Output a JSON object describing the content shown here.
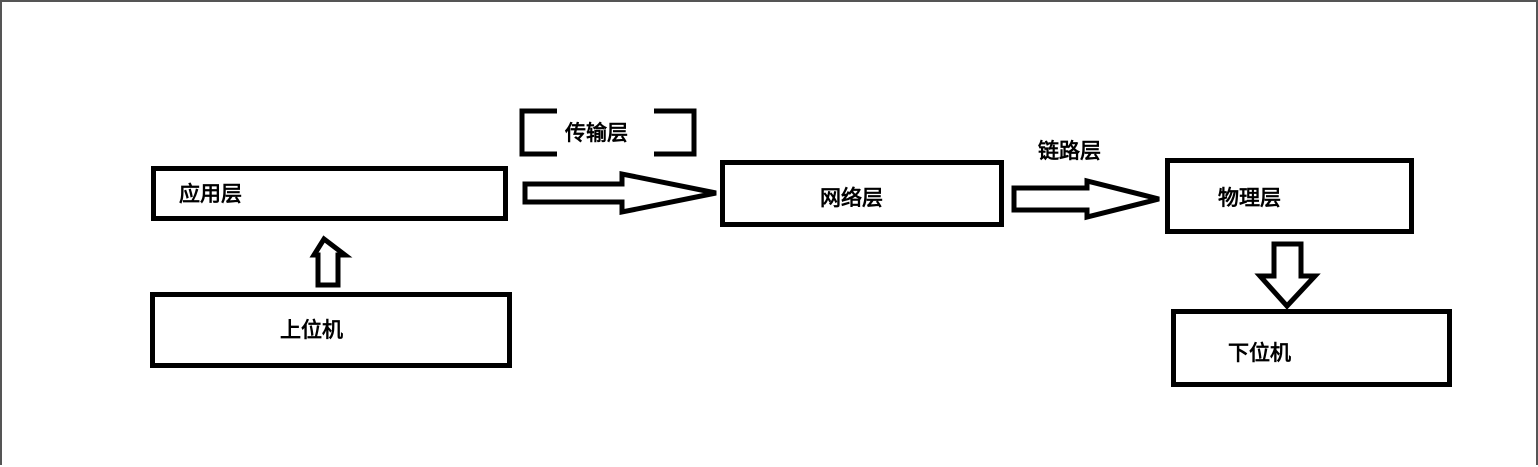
{
  "diagram": {
    "nodes": {
      "app_layer": "应用层",
      "upper_computer": "上位机",
      "network_layer": "网络层",
      "physical_layer": "物理层",
      "lower_computer": "下位机"
    },
    "edges": {
      "transport_layer": "传输层",
      "link_layer": "链路层"
    }
  },
  "colors": {
    "stroke": "#000000",
    "background": "#ffffff",
    "frame": "#555555"
  }
}
